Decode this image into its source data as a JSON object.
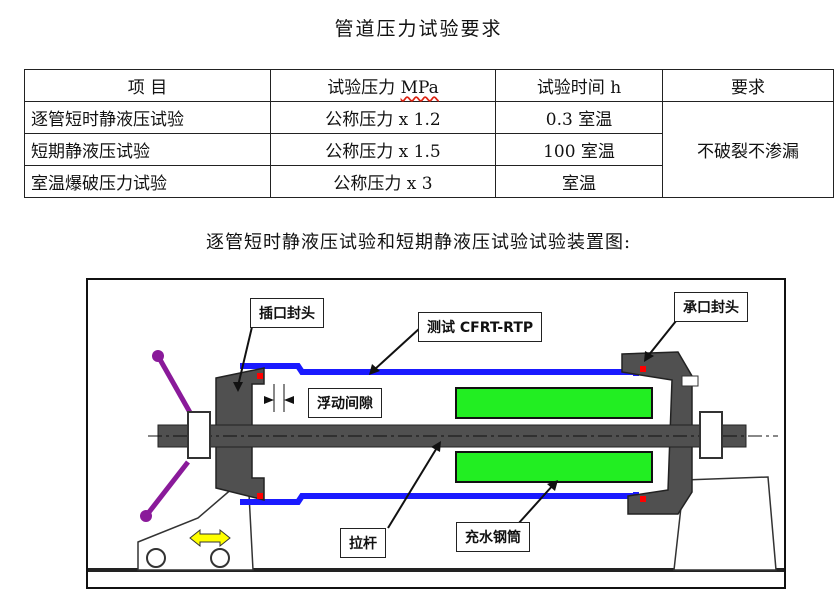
{
  "title": "管道压力试验要求",
  "table": {
    "headers": {
      "item": "项 目",
      "pressure_label": "试验压力",
      "pressure_unit": "MPa",
      "time_label": "试验时间",
      "time_unit": "h",
      "requirement": "要求"
    },
    "rows": [
      {
        "item": "逐管短时静液压试验",
        "pressure": "公称压力 x 1.2",
        "time": "0.3 室温"
      },
      {
        "item": "短期静液压试验",
        "pressure": "公称压力 x 1.5",
        "time": "100 室温"
      },
      {
        "item": "室温爆破压力试验",
        "pressure": "公称压力 x 3",
        "time": "室温"
      }
    ],
    "requirement_value": "不破裂不渗漏"
  },
  "diagram": {
    "subtitle": "逐管短时静液压试验和短期静液压试验试验装置图:",
    "labels": {
      "plug_end": "插口封头",
      "socket_end": "承口封头",
      "test_pipe": "测试 CFRT-RTP",
      "floating_gap": "浮动间隙",
      "tie_rod": "拉杆",
      "water_tube": "充水钢筒"
    },
    "colors": {
      "pipe": "#1a1aff",
      "tube": "#22ee22",
      "handle": "#8a1a9a",
      "arrow": "#ffff00",
      "seal": "#ff0000",
      "body": "#505050"
    }
  }
}
